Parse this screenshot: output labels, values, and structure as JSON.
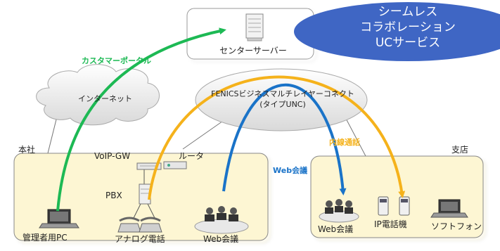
{
  "diagram": {
    "uc_bubble": {
      "lines": [
        "シームレス",
        "コラボレーション",
        "UCサービス"
      ]
    },
    "center_server": {
      "label": "センターサーバー"
    },
    "network": {
      "line1": "FENICSビジネスマルチレイヤーコネクト",
      "line2": "(タイプUNC)"
    },
    "internet": {
      "label": "インターネット"
    },
    "hq": {
      "title": "本社",
      "voip_gw": "VoIP-GW",
      "router": "ルータ",
      "pbx": "PBX",
      "admin_pc": "管理者用PC",
      "analog_phone": "アナログ電話",
      "web_conf": "Web会議"
    },
    "branch": {
      "title": "支店",
      "web_conf": "Web会議",
      "ip_phone": "IP電話機",
      "softphone": "ソフトフォン"
    },
    "arrows": {
      "customer_portal": "カスタマーポータル",
      "extension_call": "内線通話",
      "web_meeting": "Web会議"
    },
    "colors": {
      "customer_portal": "#1db954",
      "extension_call": "#f5b21b",
      "web_meeting": "#1a73c8",
      "uc_bubble": "#3f66c4",
      "site_fill": "#fdf6d3"
    }
  }
}
